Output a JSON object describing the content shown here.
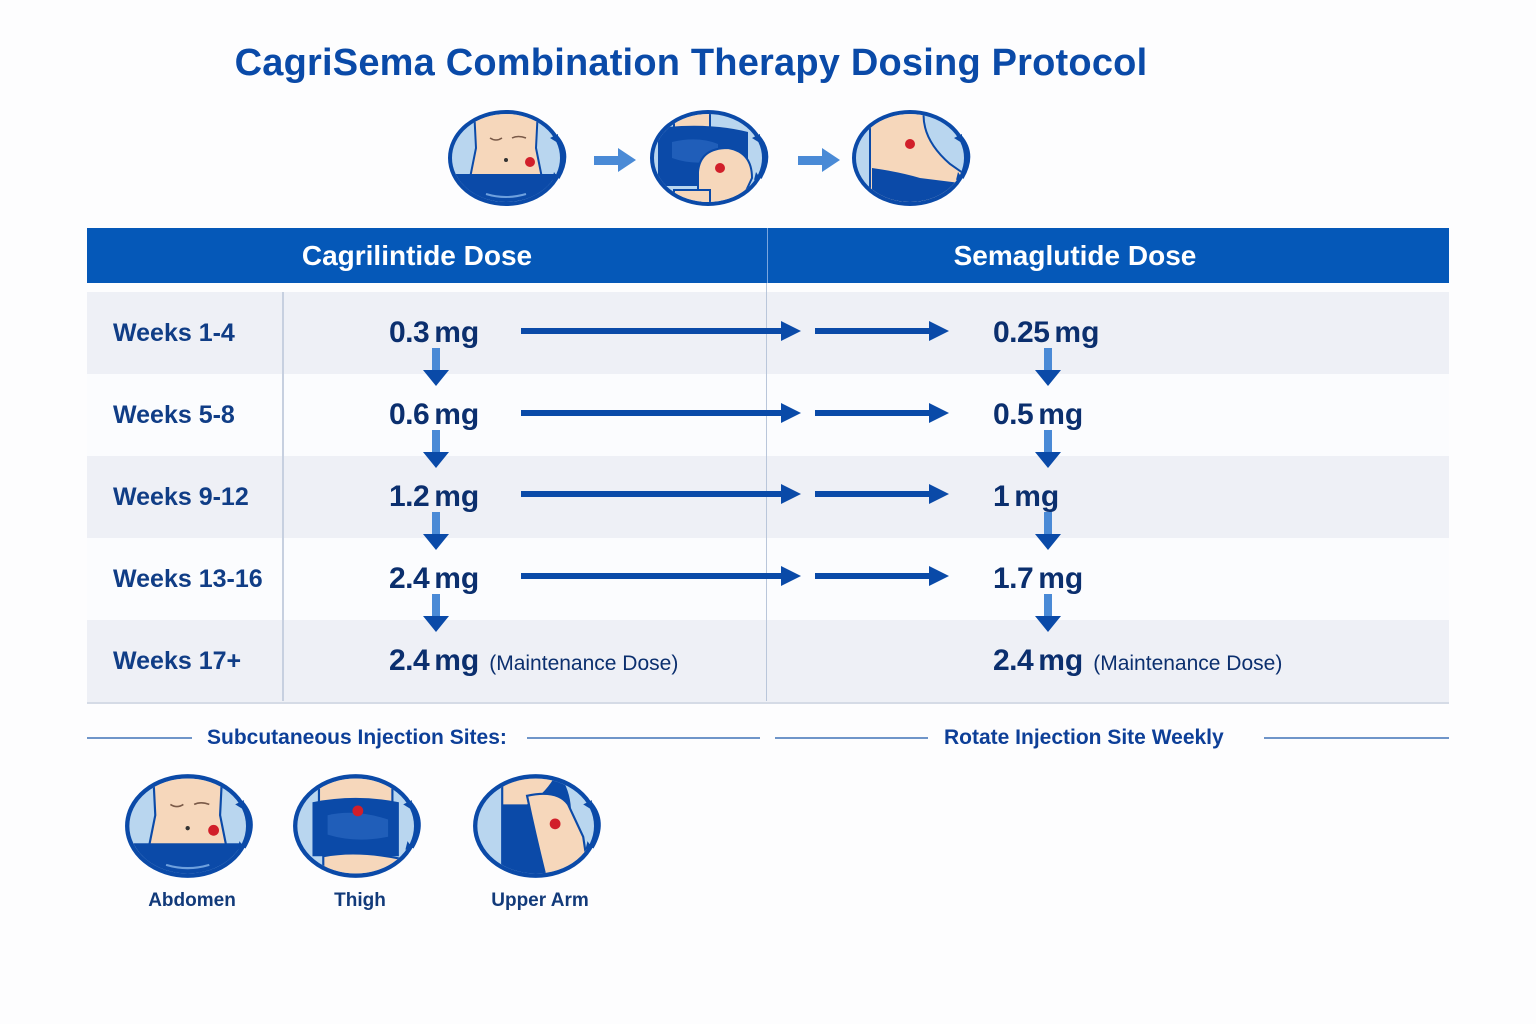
{
  "title": "CagriSema Combination Therapy Dosing Protocol",
  "colors": {
    "header_bg": "#0558b8",
    "title": "#0a4aa8",
    "arrow": "#0a4aa8",
    "arrow_light": "#4a8ad6",
    "injection_dot": "#d11f2a",
    "skin": "#f6d7bb",
    "clothing": "#0b4aa8",
    "row_alt": "#eef0f6"
  },
  "top_sequence": {
    "icons": [
      "abdomen-site-icon",
      "thigh-site-icon",
      "upper-arm-site-icon"
    ]
  },
  "table": {
    "headers": {
      "cagrilintide": "Cagrilintide Dose",
      "semaglutide": "Semaglutide Dose"
    },
    "rows": [
      {
        "weeks": "Weeks 1-4",
        "cagri_num": "0.3",
        "cagri_unit": "mg",
        "cagri_note": "",
        "sema_num": "0.25",
        "sema_unit": "mg",
        "sema_note": ""
      },
      {
        "weeks": "Weeks 5-8",
        "cagri_num": "0.6",
        "cagri_unit": "mg",
        "cagri_note": "",
        "sema_num": "0.5",
        "sema_unit": "mg",
        "sema_note": ""
      },
      {
        "weeks": "Weeks 9-12",
        "cagri_num": "1.2",
        "cagri_unit": "mg",
        "cagri_note": "",
        "sema_num": "1",
        "sema_unit": "mg",
        "sema_note": ""
      },
      {
        "weeks": "Weeks 13-16",
        "cagri_num": "2.4",
        "cagri_unit": "mg",
        "cagri_note": "",
        "sema_num": "1.7",
        "sema_unit": "mg",
        "sema_note": ""
      },
      {
        "weeks": "Weeks 17+",
        "cagri_num": "2.4",
        "cagri_unit": "mg",
        "cagri_note": "(Maintenance Dose)",
        "sema_num": "2.4",
        "sema_unit": "mg",
        "sema_note": "(Maintenance Dose)"
      }
    ]
  },
  "footer": {
    "injection_sites_label": "Subcutaneous Injection Sites:",
    "rotate_label": "Rotate Injection Site Weekly",
    "sites": [
      {
        "label": "Abdomen",
        "icon": "abdomen-site-icon"
      },
      {
        "label": "Thigh",
        "icon": "thigh-site-icon"
      },
      {
        "label": "Upper Arm",
        "icon": "upper-arm-site-icon"
      }
    ]
  }
}
